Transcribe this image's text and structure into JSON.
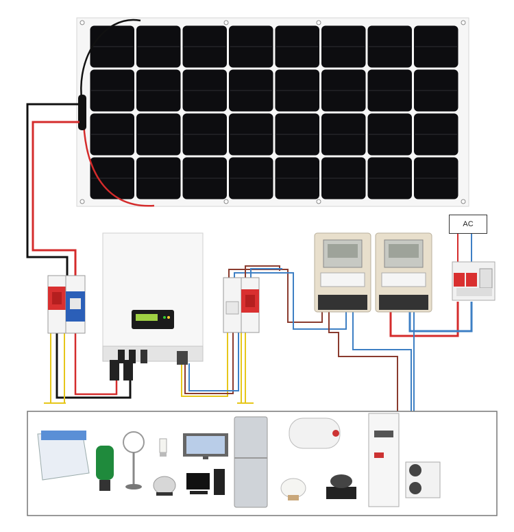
{
  "ac_box": {
    "label": "AC"
  },
  "panel": {
    "rows": 4,
    "cols": 8
  },
  "appliances": [
    "washing-machine",
    "water-pump",
    "electric-fan",
    "light-bulb",
    "electric-kettle",
    "television",
    "desktop-computer",
    "refrigerator",
    "water-heater",
    "rice-cooker",
    "induction-cooker",
    "air-conditioner-indoor",
    "air-conditioner-outdoor"
  ],
  "colors": {
    "wire_red": "#d42b2b",
    "wire_black": "#111111",
    "wire_blue": "#3d7fc4",
    "wire_yellow": "#e6c619",
    "wire_brown": "#8a3b2e",
    "panel_cell": "#0d0d10",
    "breaker_red": "#d93030",
    "breaker_blue": "#2b5fb8"
  }
}
